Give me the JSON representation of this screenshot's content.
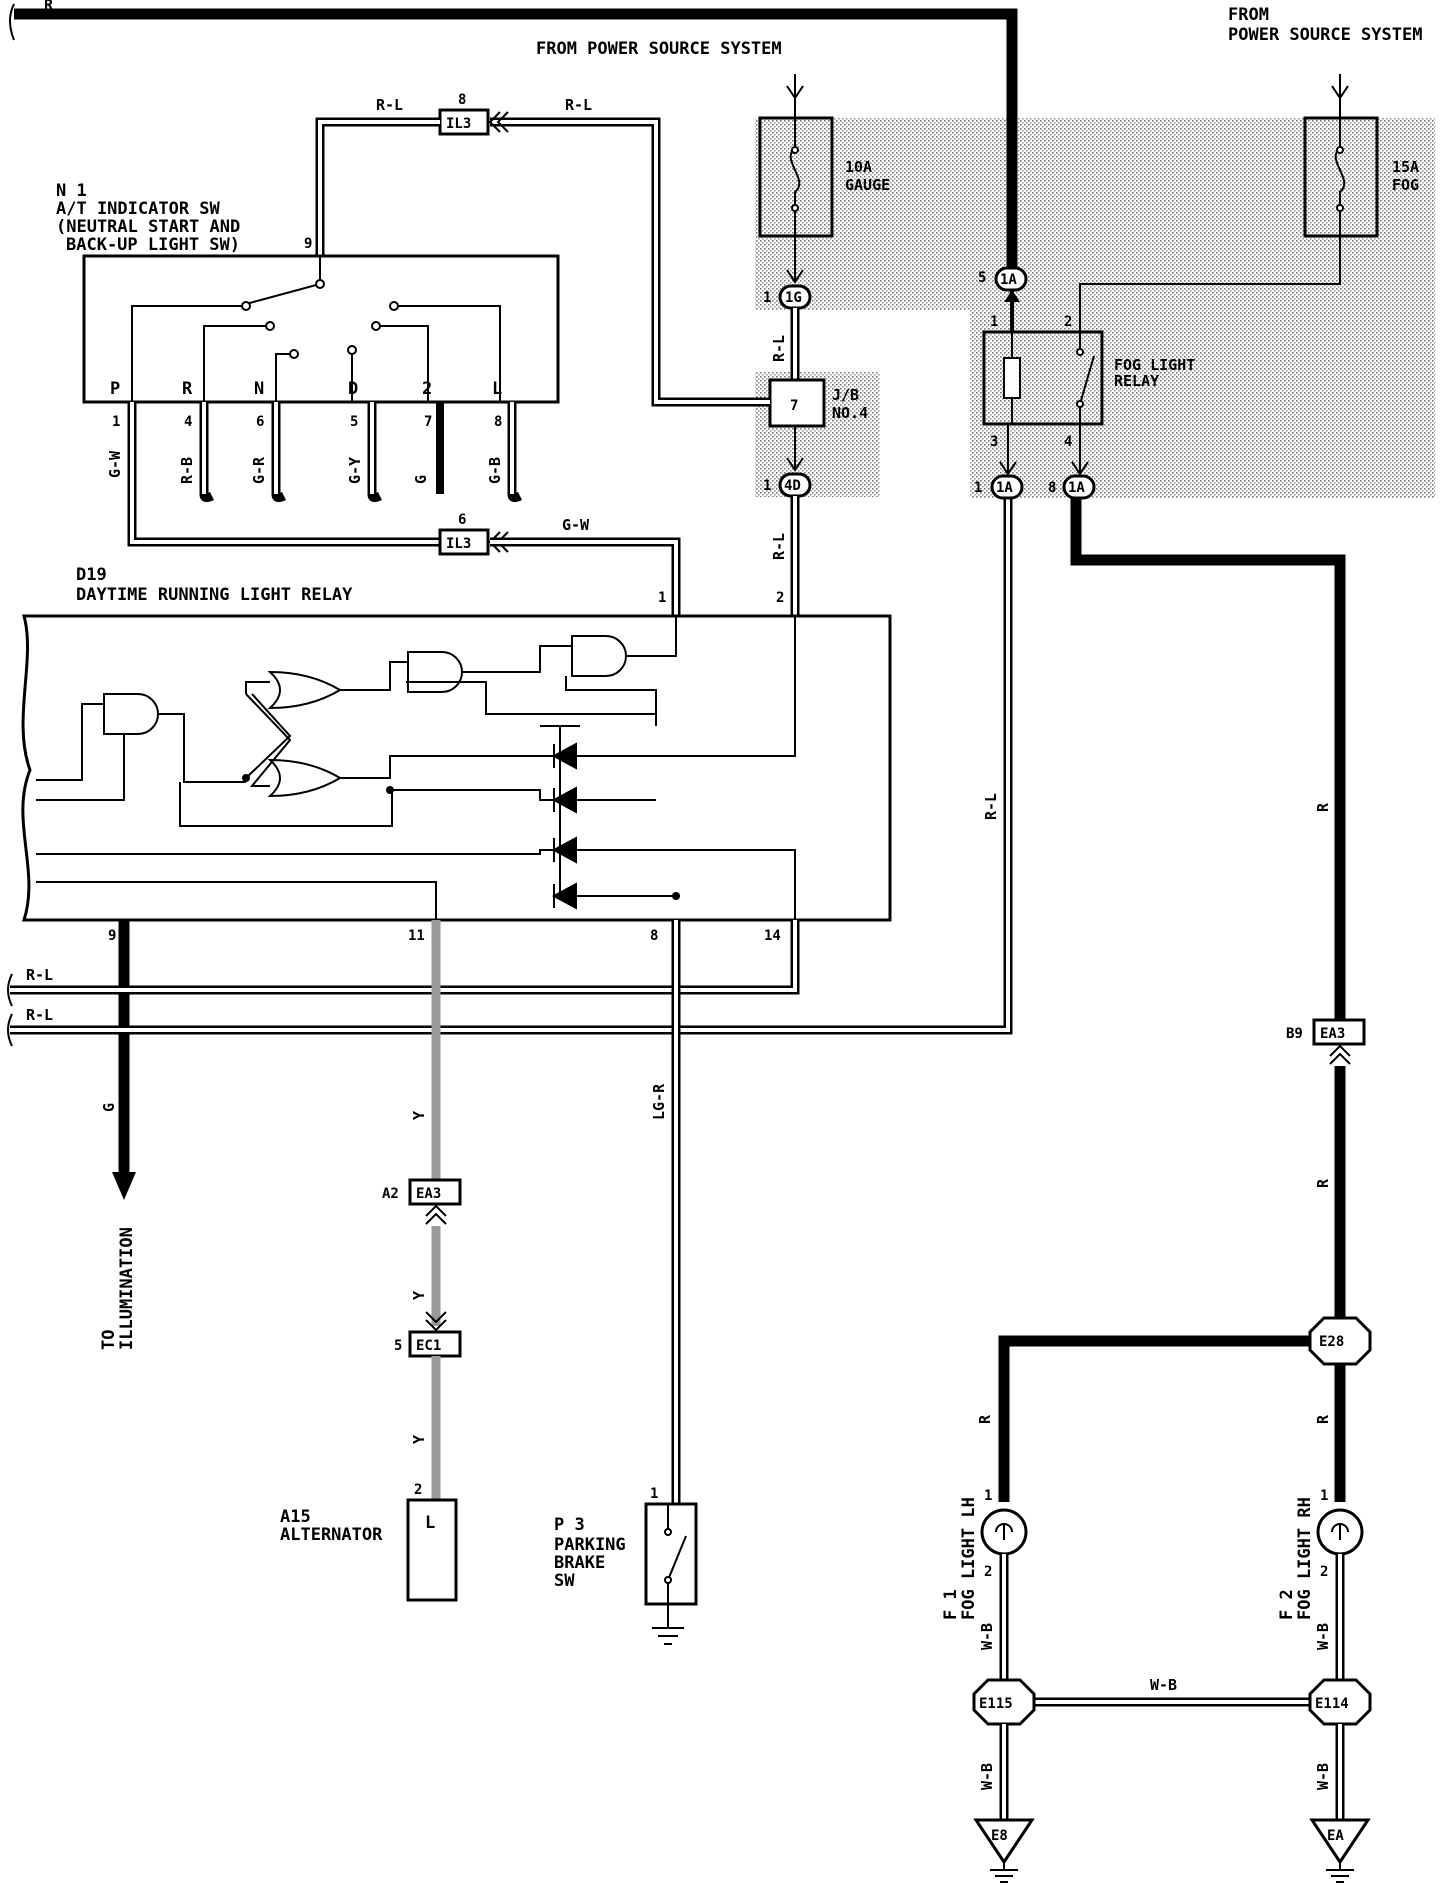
{
  "top_labels": {
    "power_source_center": "FROM POWER SOURCE SYSTEM",
    "power_source_right_1": "FROM",
    "power_source_right_2": "POWER SOURCE SYSTEM"
  },
  "fuses": {
    "gauge": {
      "amp": "10A",
      "name": "GAUGE"
    },
    "fog": {
      "amp": "15A",
      "name": "FOG"
    }
  },
  "components": {
    "n1": {
      "id": "N 1",
      "name1": "A/T INDICATOR SW",
      "name2": "(NEUTRAL START AND",
      "name3": "BACK-UP LIGHT SW)",
      "positions": [
        "P",
        "R",
        "N",
        "D",
        "2",
        "L"
      ],
      "pins": [
        "1",
        "4",
        "6",
        "5",
        "7",
        "8"
      ],
      "pin_top": "9"
    },
    "d19": {
      "id": "D19",
      "name": "DAYTIME RUNNING LIGHT RELAY",
      "pins": {
        "p1": "1",
        "p2": "2",
        "p9": "9",
        "p11": "11",
        "p8": "8",
        "p14": "14"
      }
    },
    "fog_relay": {
      "name1": "FOG LIGHT",
      "name2": "RELAY",
      "pins": {
        "p1": "1",
        "p2": "2",
        "p3": "3",
        "p4": "4"
      }
    },
    "jb": {
      "name1": "J/B",
      "name2": "NO.4",
      "pin": "7"
    },
    "a15": {
      "id": "A15",
      "name": "ALTERNATOR",
      "pin": "2",
      "term": "L"
    },
    "p3": {
      "id": "P 3",
      "name1": "PARKING",
      "name2": "BRAKE",
      "name3": "SW",
      "pin": "1"
    },
    "f1": {
      "id": "F 1",
      "name": "FOG LIGHT LH",
      "pin1": "1",
      "pin2": "2"
    },
    "f2": {
      "id": "F 2",
      "name": "FOG LIGHT RH",
      "pin1": "1",
      "pin2": "2"
    },
    "illumination": {
      "line1": "TO",
      "line2": "ILLUMINATION"
    }
  },
  "connectors": {
    "il3_top": {
      "pin": "8",
      "name": "IL3"
    },
    "il3_mid": {
      "pin": "6",
      "name": "IL3"
    },
    "c1g": {
      "pin": "1",
      "name": "1G"
    },
    "c4d": {
      "pin": "1",
      "name": "4D"
    },
    "c1a_5": {
      "pin": "5",
      "name": "1A"
    },
    "c1a_1": {
      "pin": "1",
      "name": "1A"
    },
    "c1a_8": {
      "pin": "8",
      "name": "1A"
    },
    "ea3_b9": {
      "pin": "B9",
      "name": "EA3"
    },
    "ea3_a2": {
      "pin": "A2",
      "name": "EA3"
    },
    "ec1": {
      "pin": "5",
      "name": "EC1"
    },
    "e28": "E28",
    "e115": "E115",
    "e114": "E114",
    "g_e8": "E8",
    "g_ea": "EA"
  },
  "wires": {
    "r": "R",
    "rl": "R-L",
    "gw": "G-W",
    "rb": "R-B",
    "gr": "G-R",
    "gy": "G-Y",
    "g": "G",
    "gb": "G-B",
    "y": "Y",
    "lgr": "LG-R",
    "wb": "W-B"
  }
}
